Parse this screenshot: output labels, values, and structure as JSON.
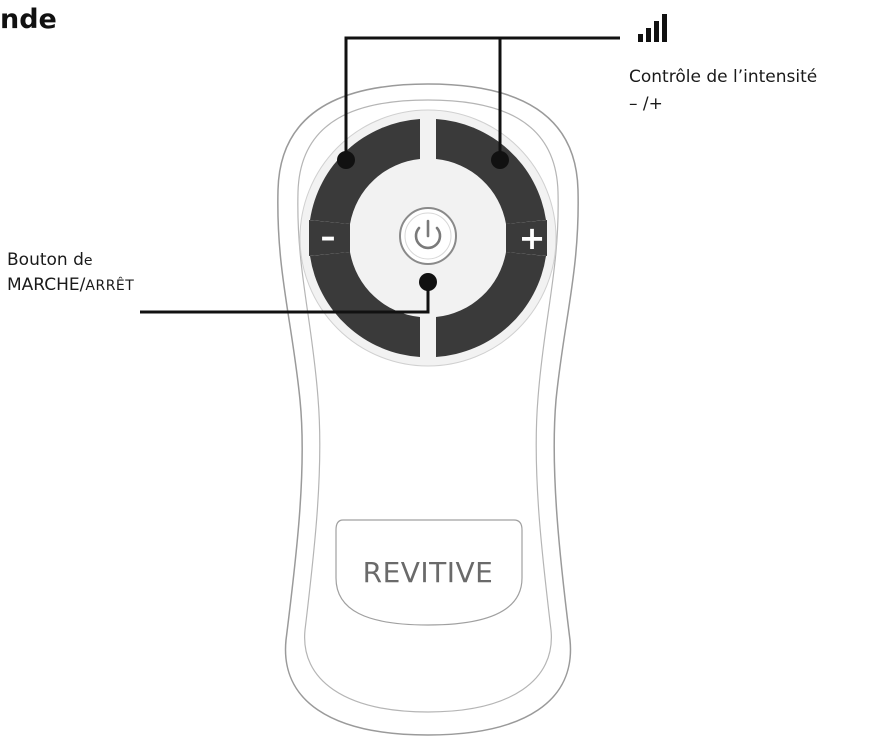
{
  "title": "nde",
  "brand": "REVITIVE",
  "labels": {
    "power_line1_main": "Bouton d",
    "power_line1_small": "e",
    "power_line2_main": "MARCHE/",
    "power_line2_small": "ARRÊT",
    "intensity": "Contrôle de l’intensité",
    "intensity_range": "– /+"
  },
  "buttons": {
    "minus": "–",
    "plus": "+"
  },
  "icons": {
    "signal": "signal-strength-icon",
    "power": "power-icon"
  },
  "colors": {
    "ring": "#3a3a3a",
    "outline": "#7a7a7a",
    "text": "#1a1a1a",
    "brand_text": "#6a6a6a"
  }
}
